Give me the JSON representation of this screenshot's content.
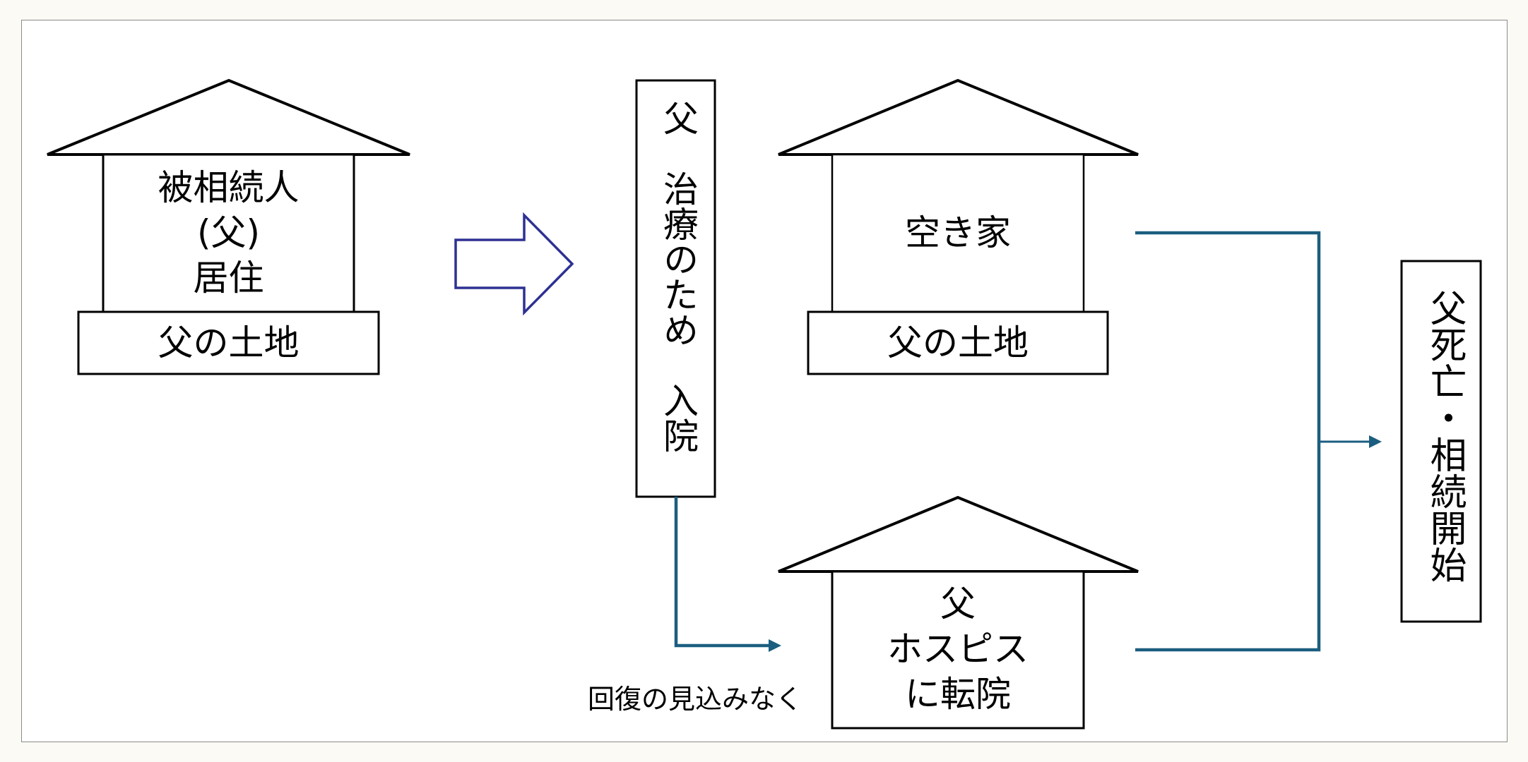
{
  "diagram": {
    "house_resident": {
      "label_lines": [
        "被相続人",
        "(父)",
        "居住"
      ],
      "land_label": "父の土地"
    },
    "hospitalized_box": {
      "label": "父　治療のため　入院"
    },
    "house_vacant": {
      "label": "空き家",
      "land_label": "父の土地"
    },
    "house_hospice": {
      "label_lines": [
        "父",
        "ホスピス",
        "に転院"
      ]
    },
    "transfer_note": "回復の見込みなく",
    "result_box": {
      "label": "父死亡・相続開始"
    },
    "colors": {
      "connector": "#1b5e80",
      "block_arrow": "#2e3192",
      "outline": "#000000"
    }
  }
}
